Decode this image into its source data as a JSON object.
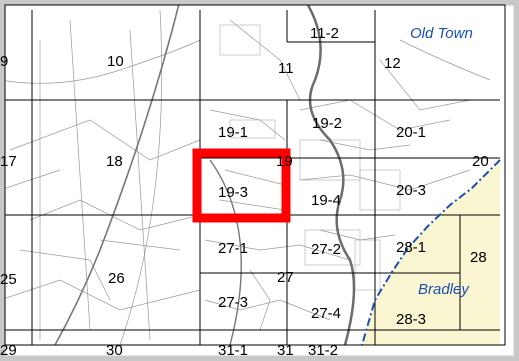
{
  "map": {
    "grid_labels": [
      {
        "id": "9",
        "text": "9"
      },
      {
        "id": "10",
        "text": "10"
      },
      {
        "id": "11",
        "text": "11"
      },
      {
        "id": "11-2",
        "text": "11-2"
      },
      {
        "id": "12",
        "text": "12"
      },
      {
        "id": "17",
        "text": "17"
      },
      {
        "id": "18",
        "text": "18"
      },
      {
        "id": "19-1",
        "text": "19-1"
      },
      {
        "id": "19-2",
        "text": "19-2"
      },
      {
        "id": "19",
        "text": "19"
      },
      {
        "id": "19-3",
        "text": "19-3"
      },
      {
        "id": "19-4",
        "text": "19-4"
      },
      {
        "id": "20-1",
        "text": "20-1"
      },
      {
        "id": "20",
        "text": "20"
      },
      {
        "id": "20-3",
        "text": "20-3"
      },
      {
        "id": "25",
        "text": "25"
      },
      {
        "id": "26",
        "text": "26"
      },
      {
        "id": "27-1",
        "text": "27-1"
      },
      {
        "id": "27-2",
        "text": "27-2"
      },
      {
        "id": "27",
        "text": "27"
      },
      {
        "id": "27-3",
        "text": "27-3"
      },
      {
        "id": "27-4",
        "text": "27-4"
      },
      {
        "id": "28-1",
        "text": "28-1"
      },
      {
        "id": "28",
        "text": "28"
      },
      {
        "id": "28-3",
        "text": "28-3"
      },
      {
        "id": "29",
        "text": "29"
      },
      {
        "id": "30",
        "text": "30"
      },
      {
        "id": "31-1",
        "text": "31-1"
      },
      {
        "id": "31",
        "text": "31"
      },
      {
        "id": "31-2",
        "text": "31-2"
      }
    ],
    "town_labels": [
      {
        "id": "old-town",
        "text": "Old Town"
      },
      {
        "id": "bradley",
        "text": "Bradley"
      }
    ],
    "highlighted_sheet": "19-3",
    "colors": {
      "highlight": "#ff0000",
      "boundary": "#1a4fb0",
      "outside_area": "#fbf6d2",
      "grid": "#000000",
      "parcel": "#9a9a9a",
      "frame": "#c8c8c8"
    }
  }
}
